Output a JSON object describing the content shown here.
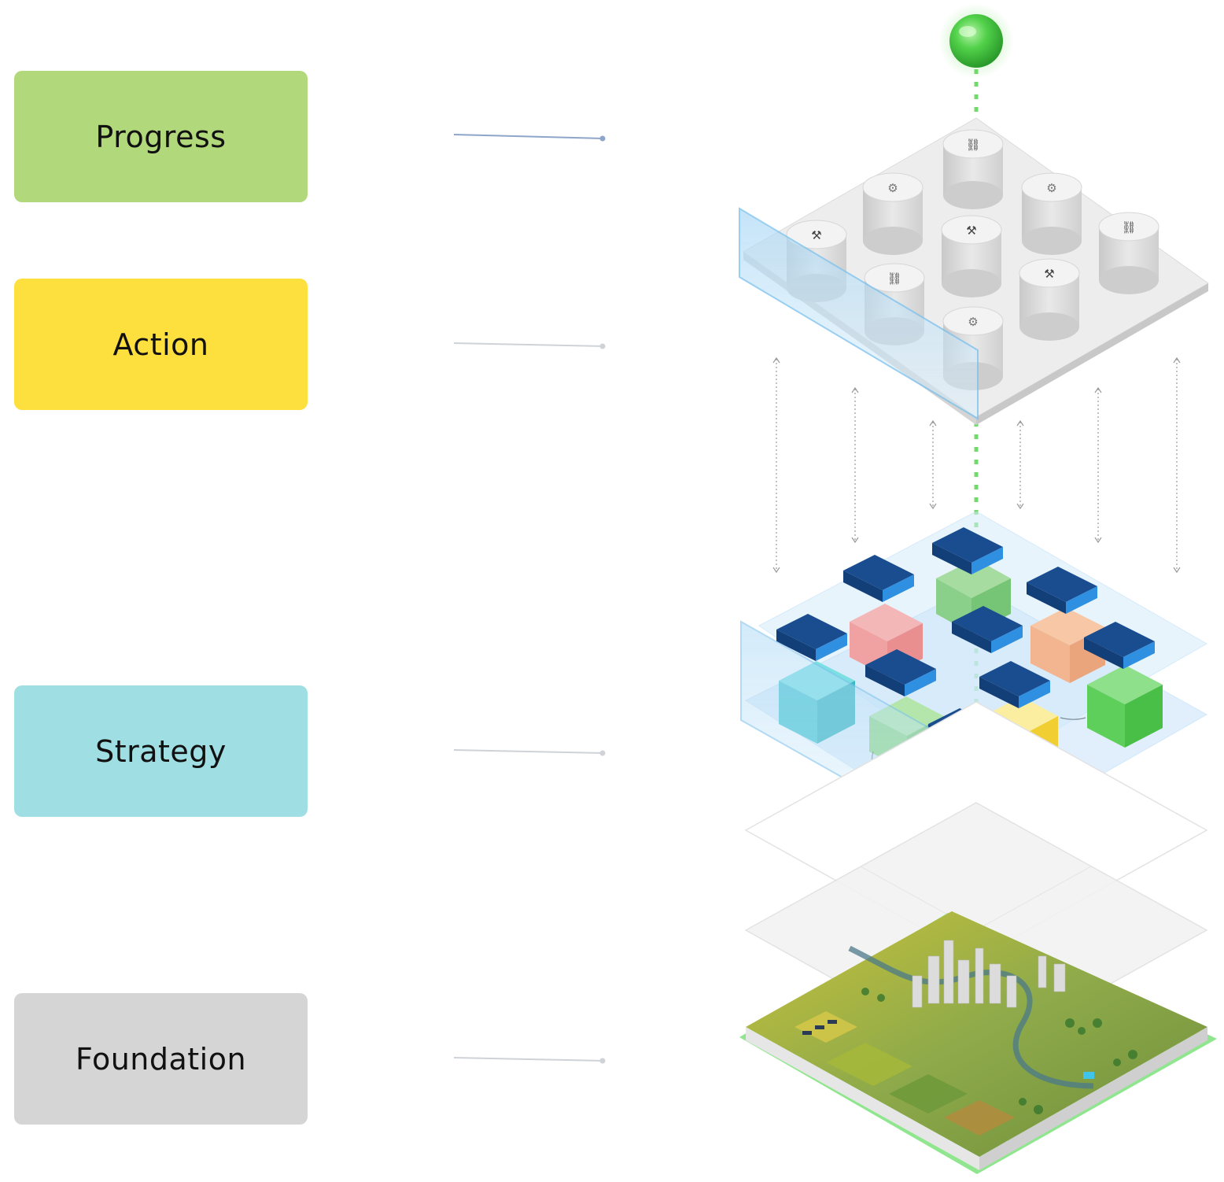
{
  "layers": {
    "progress": {
      "label": "Progress",
      "color": "#b1d87a"
    },
    "action": {
      "label": "Action",
      "color": "#fddf3d"
    },
    "strategy": {
      "label": "Strategy",
      "color": "#9fdfe3"
    },
    "foundation": {
      "label": "Foundation",
      "color": "#d5d5d5"
    }
  },
  "colors": {
    "connector_progress": "#8ea6c9",
    "connector_other": "#cfd3d8",
    "glow_green": "#4fd34a",
    "glass_blue": "#bfe1f8",
    "cube_dark": "#123f78",
    "cube_mid": "#1d63b3",
    "cube_light": "#2f8fe0",
    "cylinder": "#e3e3e3",
    "plate": "#ececec"
  },
  "icons": {
    "top_sphere": "green-sphere-icon",
    "cylinder_icons": [
      "chain-link-icon",
      "gear-icon",
      "tools-icon"
    ]
  }
}
